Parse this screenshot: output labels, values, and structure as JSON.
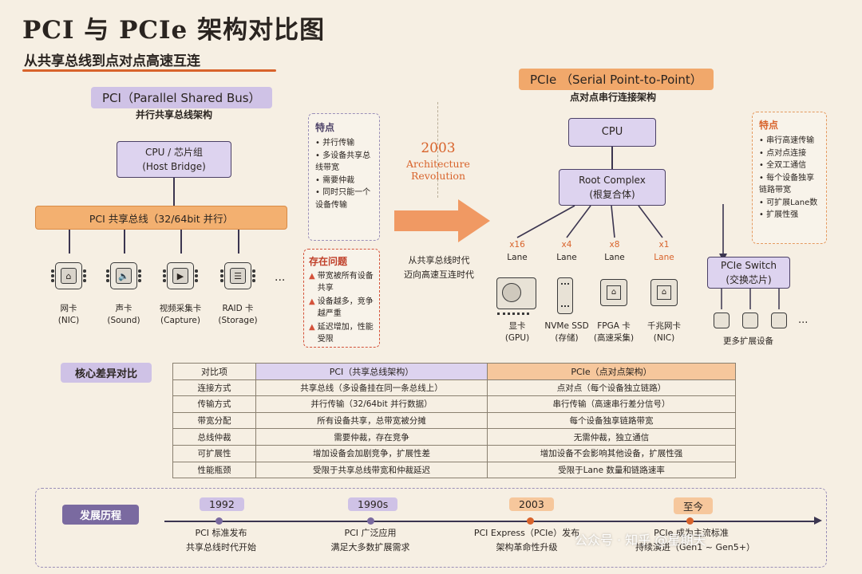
{
  "title": "PCI 与 PCIe 架构对比图",
  "subtitle": "从共享总线到点对点高速互连",
  "pci": {
    "tag": "PCI（Parallel Shared Bus）",
    "sub": "并行共享总线架构",
    "cpu_line1": "CPU / 芯片组",
    "cpu_line2": "(Host Bridge)",
    "bus_label": "PCI 共享总线（32/64bit 并行）",
    "devices": [
      {
        "icon": "⌂",
        "name": "网卡",
        "en": "(NIC)"
      },
      {
        "icon": "🔈",
        "name": "声卡",
        "en": "(Sound)"
      },
      {
        "icon": "▶",
        "name": "视频采集卡",
        "en": "(Capture)"
      },
      {
        "icon": "☰",
        "name": "RAID 卡",
        "en": "(Storage)"
      }
    ],
    "more": "...",
    "features_title": "特点",
    "features": [
      "并行传输",
      "多设备共享总线带宽",
      "需要仲裁",
      "同时只能一个设备传输"
    ],
    "issues_title": "存在问题",
    "issues": [
      "带宽被所有设备共享",
      "设备越多，竞争越严重",
      "延迟增加，性能受限"
    ]
  },
  "middle": {
    "year": "2003",
    "line1": "Architecture",
    "line2": "Revolution",
    "caption1": "从共享总线时代",
    "caption2": "迈向高速互连时代"
  },
  "pcie": {
    "tag": "PCIe （Serial Point-to-Point）",
    "sub": "点对点串行连接架构",
    "cpu": "CPU",
    "rc_line1": "Root Complex",
    "rc_line2": "(根复合体)",
    "lanes": [
      {
        "num": "x16",
        "word": "Lane",
        "name": "显卡",
        "en": "(GPU)"
      },
      {
        "num": "x4",
        "word": "Lane",
        "name": "NVMe SSD",
        "en": "(存储)"
      },
      {
        "num": "x8",
        "word": "Lane",
        "name": "FPGA 卡",
        "en": "(高速采集)"
      },
      {
        "num": "x1",
        "word": "Lane",
        "name": "千兆网卡",
        "en": "(NIC)"
      }
    ],
    "switch_line1": "PCIe Switch",
    "switch_line2": "(交换芯片)",
    "switch_more": "...",
    "switch_caption": "更多扩展设备",
    "features_title": "特点",
    "features": [
      "串行高速传输",
      "点对点连接",
      "全双工通信",
      "每个设备独享链路带宽",
      "可扩展Lane数",
      "扩展性强"
    ]
  },
  "compare": {
    "tag": "核心差异对比",
    "headers": [
      "对比项",
      "PCI（共享总线架构）",
      "PCIe（点对点架构）"
    ],
    "rows": [
      [
        "连接方式",
        "共享总线（多设备挂在同一条总线上）",
        "点对点（每个设备独立链路）"
      ],
      [
        "传输方式",
        "并行传输（32/64bit 并行数据）",
        "串行传输（高速串行差分信号）"
      ],
      [
        "带宽分配",
        "所有设备共享，总带宽被分摊",
        "每个设备独享链路带宽"
      ],
      [
        "总线仲裁",
        "需要仲裁，存在竞争",
        "无需仲裁，独立通信"
      ],
      [
        "可扩展性",
        "增加设备会加剧竞争，扩展性差",
        "增加设备不会影响其他设备，扩展性强"
      ],
      [
        "性能瓶颈",
        "受限于共享总线带宽和仲裁延迟",
        "受限于Lane 数量和链路速率"
      ]
    ]
  },
  "timeline": {
    "tag": "发展历程",
    "events": [
      {
        "year": "1992",
        "line1": "PCI 标准发布",
        "line2": "共享总线时代开始",
        "color": "#cfc2e6"
      },
      {
        "year": "1990s",
        "line1": "PCI 广泛应用",
        "line2": "满足大多数扩展需求",
        "color": "#cfc2e6"
      },
      {
        "year": "2003",
        "line1": "PCI Express（PCIe）发布",
        "line2": "架构革命性升级",
        "color": "#f6c79c"
      },
      {
        "year": "至今",
        "line1": "PCIe 成为主流标准",
        "line2": "持续演进（Gen1 ~ Gen5+）",
        "color": "#f6c79c"
      }
    ]
  },
  "watermark": "公众号 · 知乎 @星期天",
  "colors": {
    "accent": "#d8632b",
    "pci": "#cfc2e6",
    "pcie": "#f1a86b"
  }
}
